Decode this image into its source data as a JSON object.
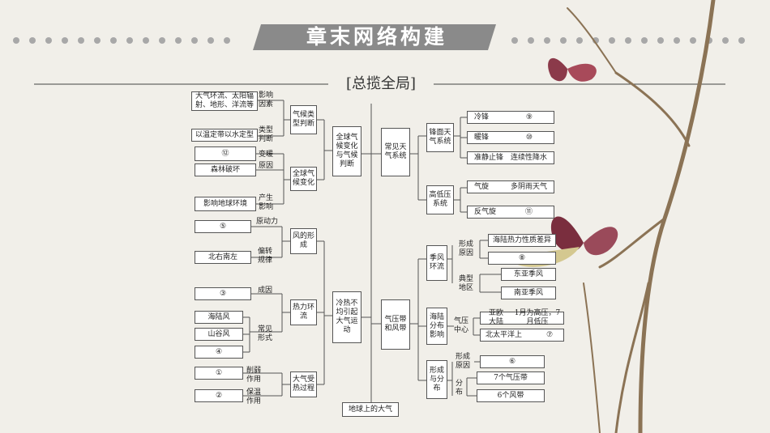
{
  "header": {
    "title": "章末网络构建"
  },
  "section_title": "[总揽全局]",
  "map": {
    "root": "地球上的大气",
    "left_hub": "冷热不均引起大气运动",
    "right_hub": "气压带和风带",
    "climate_change": "全球气候变化与气候判断",
    "climate_type": "气候类型判断",
    "global_change": "全球气候变化",
    "influence_factor_box": "大气环流、太阳辐射、地形、洋流等",
    "influence_factor_label": "影响因素",
    "type_box": "以温定带以水定型",
    "type_label": "类型判断",
    "blank_12": "⑫",
    "warming_label": "变暖",
    "forest_box": "森林破坏",
    "cause_label": "原因",
    "effect_box": "影响地球环境",
    "produce_label": "产生影响",
    "wind_formation": "风的形成",
    "blank_5": "⑤",
    "driving_label": "原动力",
    "north_south_box": "北右南左",
    "deflect_label": "偏转规律",
    "thermal_circulation": "热力环流",
    "blank_3": "③",
    "formation_cause_label": "成因",
    "sea_land_breeze": "海陆风",
    "valley_wind": "山谷风",
    "blank_4": "④",
    "common_forms_label": "常见形式",
    "heating_process": "大气受热过程",
    "blank_1": "①",
    "weaken_label": "削弱作用",
    "blank_2": "②",
    "insulate_label": "保温作用",
    "weather_systems": "常见天气系统",
    "front_system": "锋面天气系统",
    "cold_front": "冷锋",
    "blank_9": "⑨",
    "warm_front": "暖锋",
    "blank_10": "⑩",
    "stationary_front": "准静止锋",
    "continuous_rain": "连续性降水",
    "pressure_system": "高低压系统",
    "cyclone": "气旋",
    "cloudy_rainy": "多阴雨天气",
    "anticyclone": "反气旋",
    "blank_11": "⑪",
    "monsoon": "季风环流",
    "formation_reason_label": "形成原因",
    "thermal_diff_box": "海陆热力性质差异",
    "blank_8": "⑧",
    "typical_region_label": "典型地区",
    "east_asia_monsoon": "东亚季风",
    "south_asia_monsoon": "南亚季风",
    "land_sea_effect": "海陆分布影响",
    "pressure_center_label": "气压中心",
    "eurasia": "亚欧大陆",
    "eurasia_desc": "1月为高压，7月低压",
    "north_pacific": "北太平洋上",
    "blank_7": "⑦",
    "formation_distribution": "形成与分布",
    "formation_cause2_label": "形成原因",
    "blank_6": "⑥",
    "distribution_label": "分布",
    "seven_belts": "7个气压带",
    "six_belts": "6个风带"
  },
  "colors": {
    "banner": "#8a8a8a",
    "dots": "#9a9a9a",
    "line": "#555555"
  }
}
